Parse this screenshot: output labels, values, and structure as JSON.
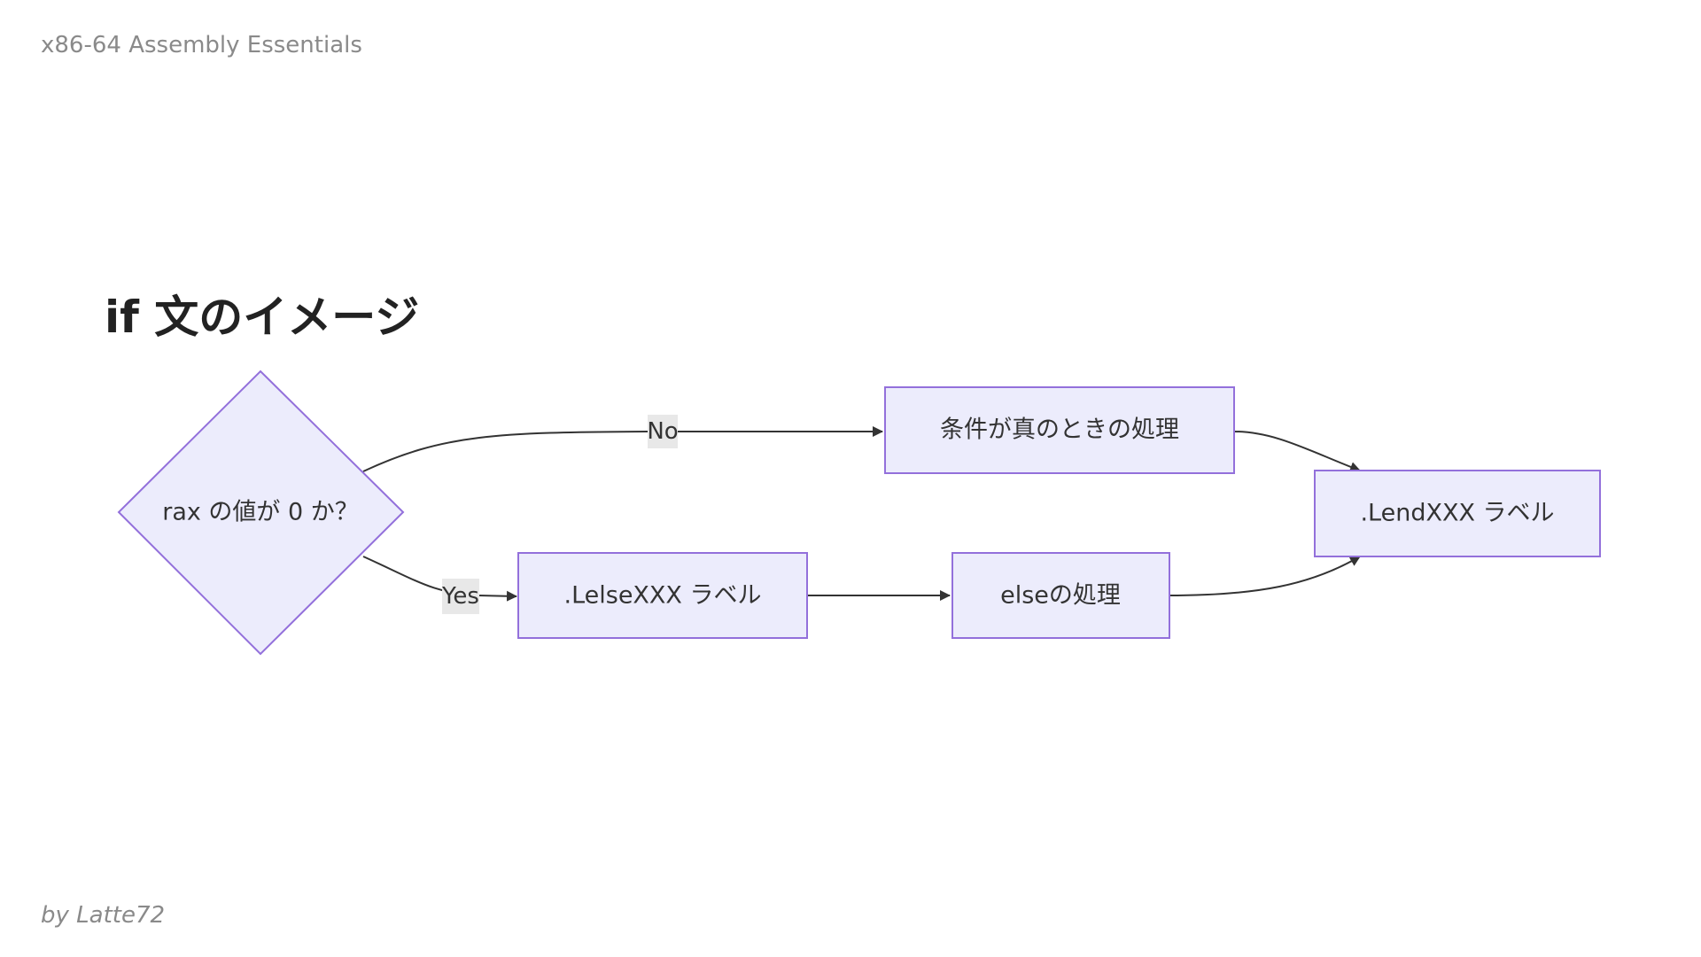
{
  "header": {
    "title": "x86-64 Assembly Essentials"
  },
  "slide": {
    "title": "if 文のイメージ"
  },
  "footer": {
    "author": "by Latte72"
  },
  "colors": {
    "node_fill": "#ececfc",
    "node_stroke": "#9370db",
    "edge": "#333333",
    "edge_label_bg": "#e8e8e8"
  },
  "diagram": {
    "nodes": {
      "decision": {
        "label": "rax の値が 0 か？"
      },
      "true_proc": {
        "label": "条件が真のときの処理"
      },
      "else_label": {
        "label": ".LelseXXX ラベル"
      },
      "else_proc": {
        "label": "elseの処理"
      },
      "end_label": {
        "label": ".LendXXX ラベル"
      }
    },
    "edges": {
      "no": {
        "label": "No"
      },
      "yes": {
        "label": "Yes"
      }
    }
  }
}
